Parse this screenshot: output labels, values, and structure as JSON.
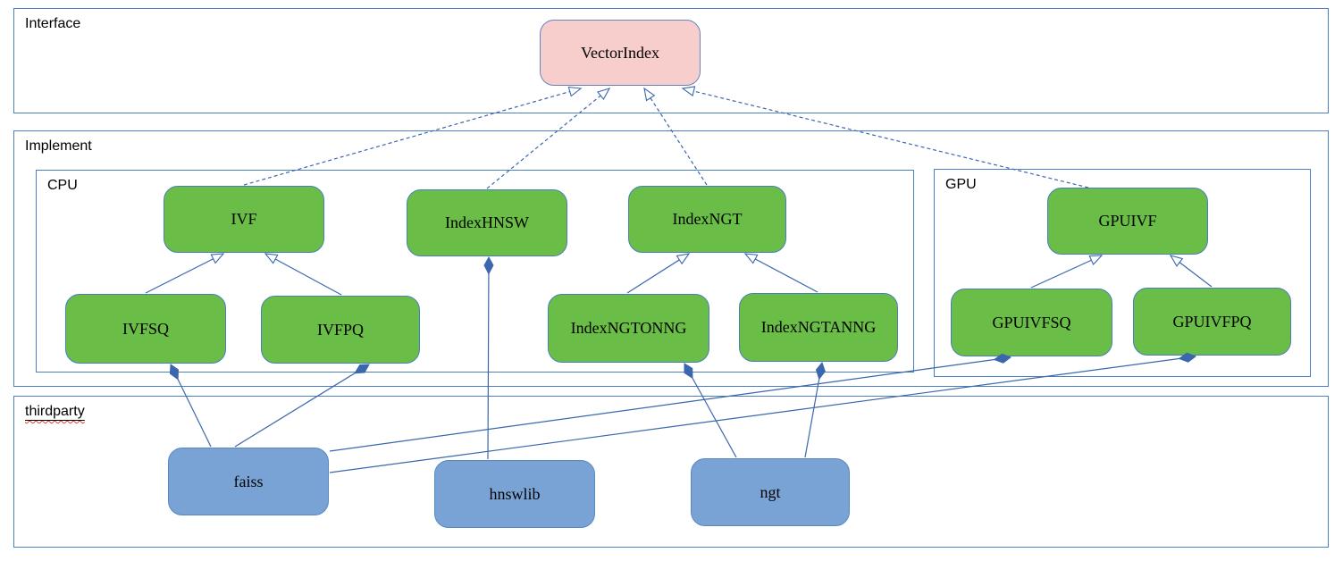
{
  "diagram": {
    "containers": [
      {
        "id": "interface",
        "label": "Interface"
      },
      {
        "id": "implement",
        "label": "Implement"
      },
      {
        "id": "cpu",
        "label": "CPU"
      },
      {
        "id": "gpu",
        "label": "GPU"
      },
      {
        "id": "thirdparty",
        "label": "thirdparty"
      }
    ],
    "nodes": [
      {
        "id": "vectorindex",
        "label": "VectorIndex",
        "kind": "interface"
      },
      {
        "id": "ivf",
        "label": "IVF",
        "kind": "implementation"
      },
      {
        "id": "indexhnsw",
        "label": "IndexHNSW",
        "kind": "implementation"
      },
      {
        "id": "indexngt",
        "label": "IndexNGT",
        "kind": "implementation"
      },
      {
        "id": "gpuivf",
        "label": "GPUIVF",
        "kind": "implementation"
      },
      {
        "id": "ivfsq",
        "label": "IVFSQ",
        "kind": "implementation"
      },
      {
        "id": "ivfpq",
        "label": "IVFPQ",
        "kind": "implementation"
      },
      {
        "id": "indexngtonng",
        "label": "IndexNGTONNG",
        "kind": "implementation"
      },
      {
        "id": "indexngtanng",
        "label": "IndexNGTANNG",
        "kind": "implementation"
      },
      {
        "id": "gpuivfsq",
        "label": "GPUIVFSQ",
        "kind": "implementation"
      },
      {
        "id": "gpuivfpq",
        "label": "GPUIVFPQ",
        "kind": "implementation"
      },
      {
        "id": "faiss",
        "label": "faiss",
        "kind": "thirdparty"
      },
      {
        "id": "hnswlib",
        "label": "hnswlib",
        "kind": "thirdparty"
      },
      {
        "id": "ngt",
        "label": "ngt",
        "kind": "thirdparty"
      }
    ],
    "edges": [
      {
        "from": "ivf",
        "to": "vectorindex",
        "type": "realization"
      },
      {
        "from": "indexhnsw",
        "to": "vectorindex",
        "type": "realization"
      },
      {
        "from": "indexngt",
        "to": "vectorindex",
        "type": "realization"
      },
      {
        "from": "gpuivf",
        "to": "vectorindex",
        "type": "realization"
      },
      {
        "from": "ivfsq",
        "to": "ivf",
        "type": "generalization"
      },
      {
        "from": "ivfpq",
        "to": "ivf",
        "type": "generalization"
      },
      {
        "from": "indexngtonng",
        "to": "indexngt",
        "type": "generalization"
      },
      {
        "from": "indexngtanng",
        "to": "indexngt",
        "type": "generalization"
      },
      {
        "from": "gpuivfsq",
        "to": "gpuivf",
        "type": "generalization"
      },
      {
        "from": "gpuivfpq",
        "to": "gpuivf",
        "type": "generalization"
      },
      {
        "from": "hnswlib",
        "to": "indexhnsw",
        "type": "composition"
      },
      {
        "from": "faiss",
        "to": "ivfsq",
        "type": "composition"
      },
      {
        "from": "faiss",
        "to": "ivfpq",
        "type": "composition"
      },
      {
        "from": "faiss",
        "to": "gpuivfsq",
        "type": "composition"
      },
      {
        "from": "faiss",
        "to": "gpuivfpq",
        "type": "composition"
      },
      {
        "from": "ngt",
        "to": "indexngtonng",
        "type": "composition"
      },
      {
        "from": "ngt",
        "to": "indexngtanng",
        "type": "composition"
      }
    ],
    "colors": {
      "interface_fill": "#f8cecc",
      "interface_border": "#6583bd",
      "implementation_fill": "#6abd46",
      "implementation_border": "#4a7ebb",
      "thirdparty_fill": "#7aa3d5",
      "thirdparty_border": "#5a87c0",
      "container_border": "#4d7ebf",
      "edge_line": "#3a67ae",
      "spellcheck_underline": "#e03c31"
    }
  }
}
